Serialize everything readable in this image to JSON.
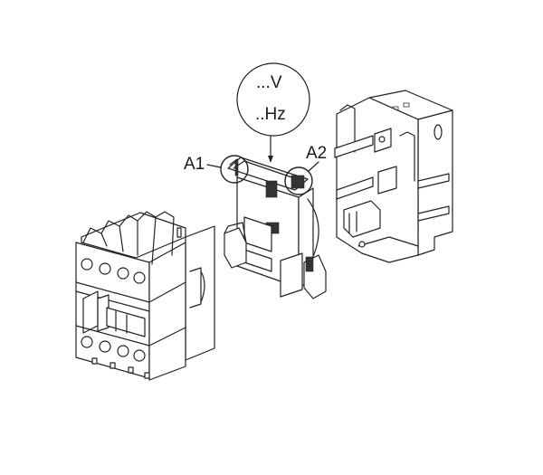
{
  "diagram": {
    "subject": "contactor coil replacement exploded view",
    "callout": {
      "voltage_label": "...V",
      "frequency_label": "..Hz"
    },
    "terminals": {
      "a1_label": "A1",
      "a2_label": "A2"
    },
    "components": [
      {
        "name": "contactor-body"
      },
      {
        "name": "coil"
      },
      {
        "name": "coil-housing"
      }
    ],
    "colors": {
      "line": "#222222",
      "background": "#ffffff"
    }
  }
}
